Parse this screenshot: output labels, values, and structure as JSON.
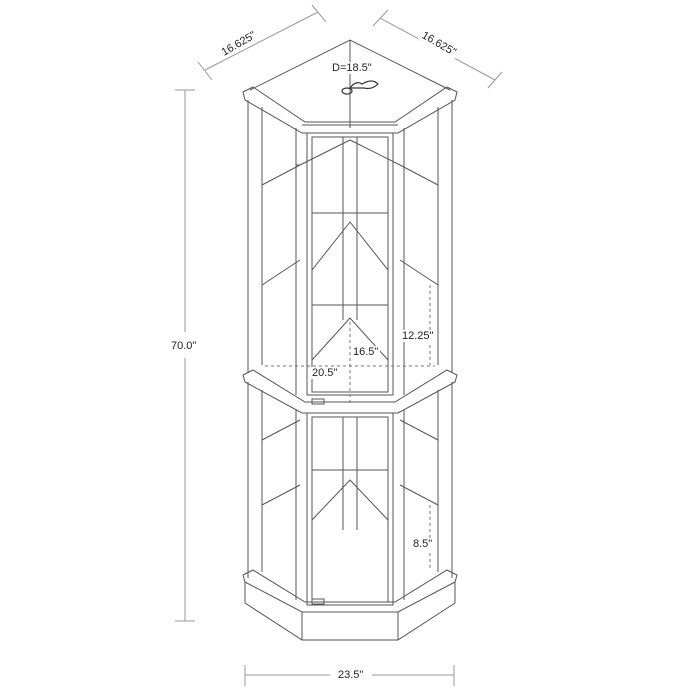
{
  "diagram": {
    "subject": "Corner curio cabinet with glass doors and shelves",
    "view": "front elevation with top plan",
    "colors": {
      "line": "#555555",
      "dimension_line": "#999999",
      "text": "#222222",
      "background": "#ffffff"
    },
    "dimensions": {
      "side_left": "16.625\"",
      "side_right": "16.625\"",
      "depth": "D=18.5\"",
      "height": "70.0\"",
      "upper_shelf_spacing": "12.25\"",
      "inner_height": "16.5\"",
      "inner_width": "20.5\"",
      "lower_shelf_spacing": "8.5\"",
      "base_width": "23.5\""
    },
    "components": [
      "top crown",
      "upper glass door",
      "upper glass shelves",
      "middle ledge",
      "lower glass door",
      "lower glass shelves",
      "base plinth",
      "power cord"
    ]
  }
}
